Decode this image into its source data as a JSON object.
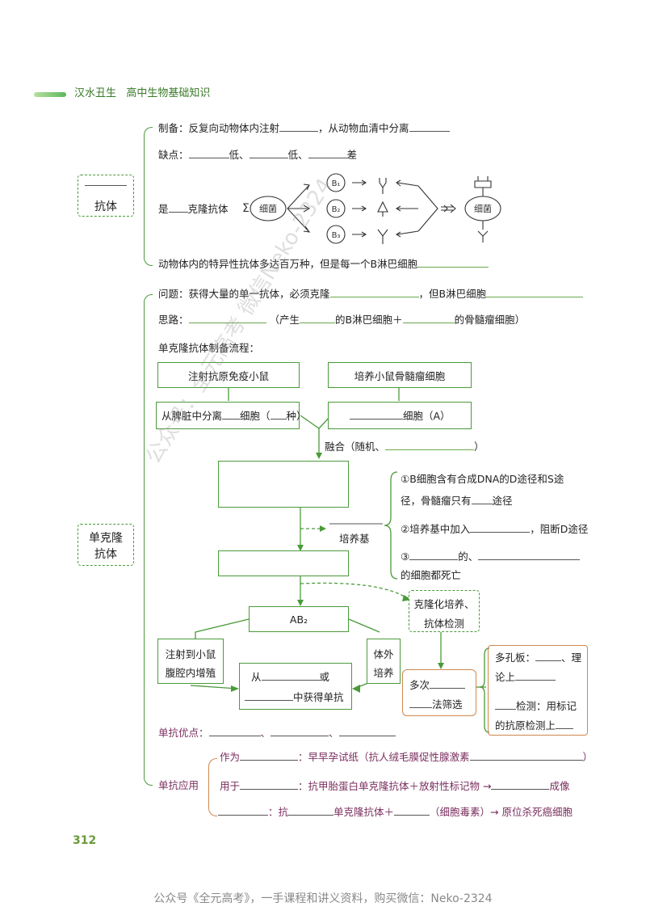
{
  "header": {
    "title": "汉水丑生   高中生物基础知识"
  },
  "antibody": {
    "label": "抗体",
    "prep": "制备：反复向动物体内注射",
    "prep2": "，从动物血清中分离",
    "defect": "缺点：",
    "low1": "低、",
    "low2": "低、",
    "poor": "差",
    "is": "是",
    "clone": "克隆抗体",
    "cell": "细菌",
    "b1": "B₁",
    "b2": "B₂",
    "b3": "B₃",
    "cell_right": "细菌",
    "note": "动物体内的特异性抗体多达百万种，但是每一个B淋巴细胞"
  },
  "mono": {
    "label_line1": "单克隆",
    "label_line2": "抗体",
    "problem": "问题：获得大量的单一抗体，必须克隆",
    "problem2": "，但B淋巴细胞",
    "idea": "思路：",
    "idea2": "（产生",
    "idea3": "的B淋巴细胞＋",
    "idea4": "的骨髓瘤细胞）",
    "flow_title": "单克隆抗体制备流程：",
    "box_inject": "注射抗原免疫小鼠",
    "box_culture": "培养小鼠骨髓瘤细胞",
    "box_spleen": "从脾脏中分离",
    "box_spleen2": "细胞（",
    "box_spleen3": "种）",
    "box_a": "细胞（A）",
    "fusion": "融合（随机、",
    "fusion_end": "）",
    "medium": "培养基",
    "note1a": "①B细胞含有合成DNA的D途径和S途",
    "note1b": "径，骨髓瘤只有",
    "note1c": "途径",
    "note2a": "②培养基中加入",
    "note2b": "，阻断D途径",
    "note3a": "③",
    "note3b": "的、",
    "note3c": "的细胞都死亡",
    "ab2": "AB₂",
    "clone_box1": "克隆化培养、",
    "clone_box2": "抗体检测",
    "inject_mouse1": "注射到小鼠",
    "inject_mouse2": "腹腔内增殖",
    "invitro1": "体外",
    "invitro2": "培养",
    "get1a": "从",
    "get1b": "或",
    "get2": "中获得单抗",
    "multi": "多次",
    "multi2": "法筛选",
    "well1": "多孔板：",
    "well2": "、理",
    "well3": "论上",
    "well4": "检测：用标记",
    "well5": "的抗原检测上",
    "advantage": "单抗优点：",
    "adv_sep1": "、",
    "adv_sep2": "、",
    "app": "单抗应用",
    "app1a": "作为",
    "app1b": "：早早孕试纸（抗人绒毛膜促性腺激素",
    "app1c": "）",
    "app2a": "用于",
    "app2b": "：抗甲胎蛋白单克隆抗体＋放射性标记物 →",
    "app2c": "成像",
    "app3a": "：抗",
    "app3b": "单克隆抗体＋",
    "app3c": "（细胞毒素）→ 原位杀死癌细胞"
  },
  "page_number": "312",
  "watermark_diag": "公众号：全元高考 微信Neko-2324",
  "footer": "公众号《全元高考》，一手课程和讲义资料，购买微信：Neko-2324"
}
